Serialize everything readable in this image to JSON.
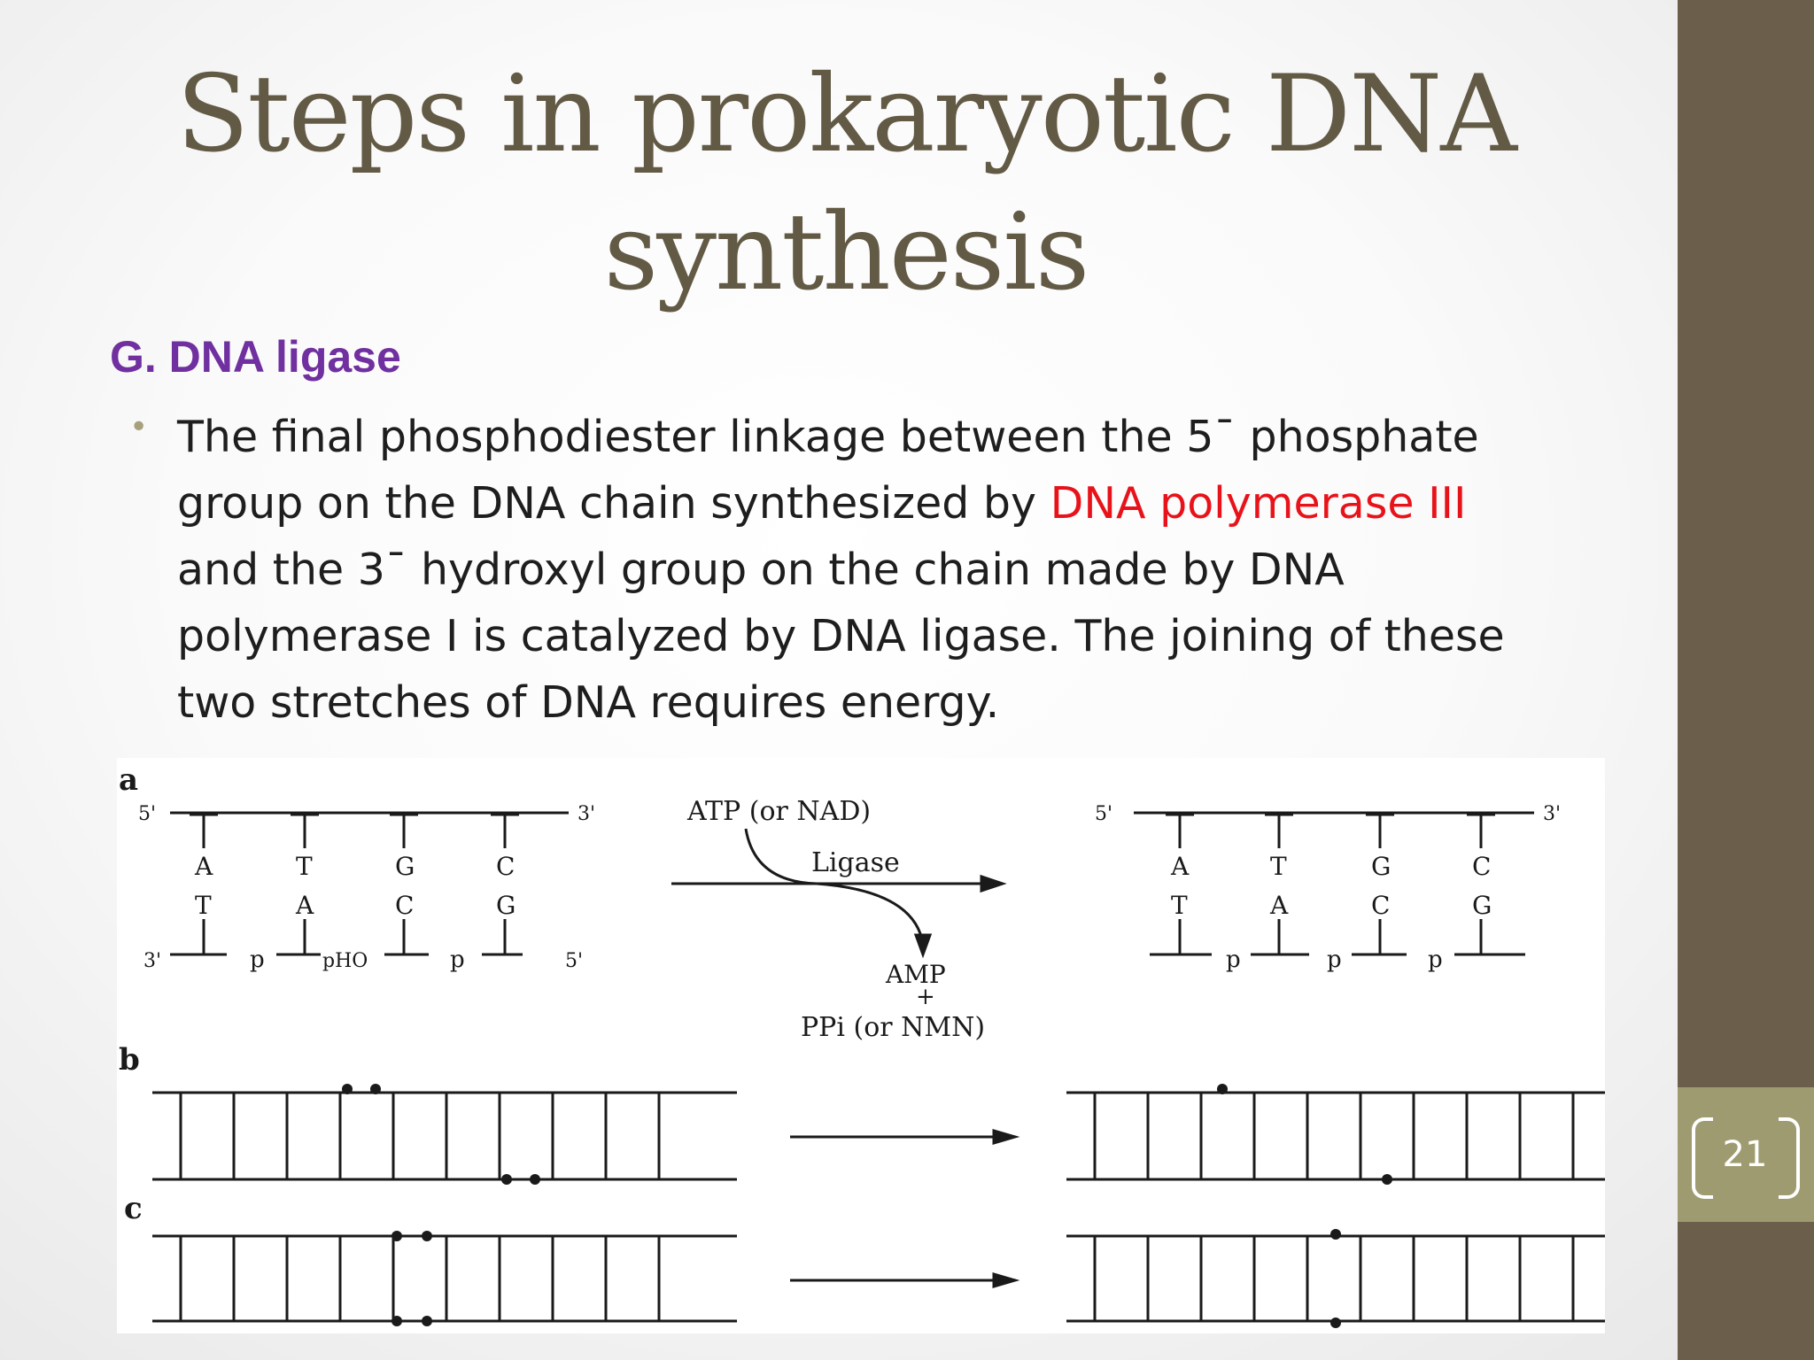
{
  "slide": {
    "title": "Steps in prokaryotic DNA synthesis",
    "subheading": "G. DNA ligase",
    "page_number": "21",
    "colors": {
      "title": "#625a45",
      "subheading": "#7030a0",
      "highlight": "#e8131a",
      "sidebar": "#6b5f4b",
      "number_box": "#9f9b70"
    }
  },
  "body": {
    "text_before": "The final phosphodiester linkage between the 5ˉ phosphate group on the DNA chain synthesized by ",
    "highlight": "DNA polymerase III",
    "text_after": " and the 3ˉ hydroxyl group on the chain made by DNA polymerase I is catalyzed by DNA ligase. The joining of these two stretches of DNA requires energy."
  },
  "figure": {
    "panel_labels": [
      "a",
      "b",
      "c"
    ],
    "left_strand": {
      "top_5": "5'",
      "top_3": "3'",
      "top_bases": [
        "A",
        "T",
        "G",
        "C"
      ],
      "bottom_bases": [
        "T",
        "A",
        "C",
        "G"
      ],
      "bottom_3": "3'",
      "bottom_5": "5'",
      "p1": "p",
      "p2": "pHO",
      "p3": "p"
    },
    "reaction": {
      "atp": "ATP (or NAD)",
      "enzyme": "Ligase",
      "amp": "AMP",
      "plus": "+",
      "ppi": "PPi (or NMN)"
    },
    "right_strand": {
      "top_5": "5'",
      "top_3": "3'",
      "top_bases": [
        "A",
        "T",
        "G",
        "C"
      ],
      "bottom_bases": [
        "T",
        "A",
        "C",
        "G"
      ],
      "p1": "p",
      "p2": "p",
      "p3": "p"
    }
  }
}
